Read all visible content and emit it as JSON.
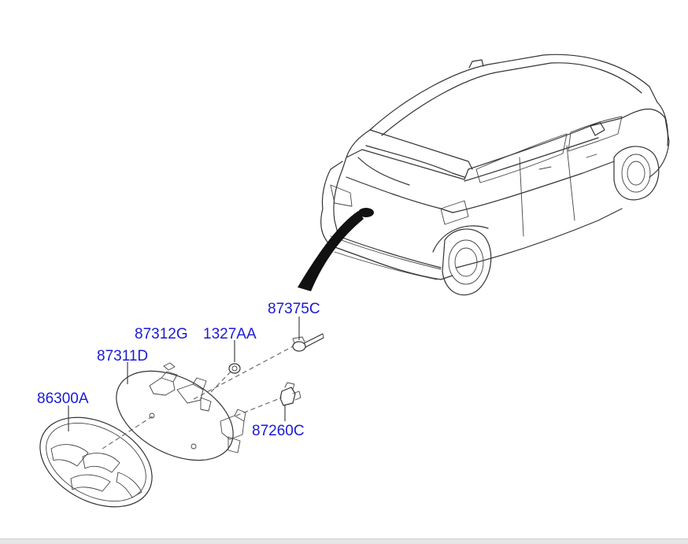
{
  "parts": {
    "p86300a": "86300A",
    "p87311d": "87311D",
    "p87312g": "87312G",
    "p1327aa": "1327AA",
    "p87375c": "87375C",
    "p87260c": "87260C"
  },
  "colors": {
    "label": "#1a1ad6",
    "line": "#333333",
    "arrow": "#111111",
    "background": "#ffffff"
  }
}
